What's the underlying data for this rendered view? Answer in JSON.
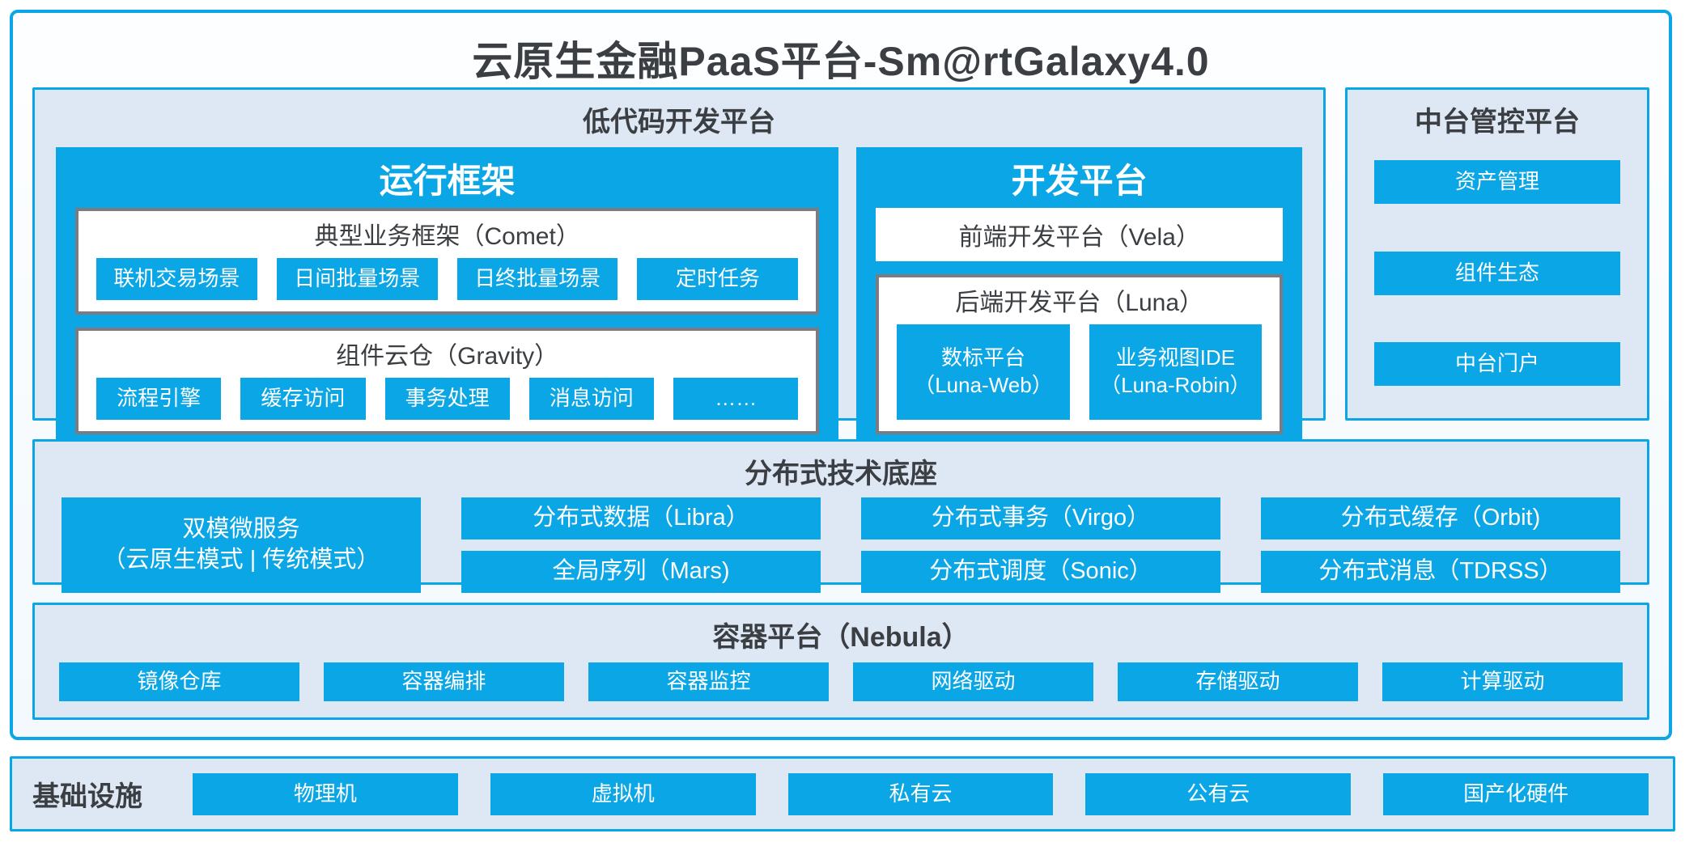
{
  "title": "云原生金融PaaS平台-Sm@rtGalaxy4.0",
  "colors": {
    "primary_blue": "#0AA6E6",
    "panel_background": "#DEE8F4",
    "outer_background_top": "#FDFEFF",
    "outer_background_bottom": "#F3F9FE",
    "dark_text": "#3B3E42",
    "gray_box_border": "#7B7B83",
    "button_text": "#FFFFFF"
  },
  "lowcode_platform": {
    "title": "低代码开发平台",
    "runtime_framework": {
      "title": "运行框架",
      "comet": {
        "title": "典型业务框架（Comet）",
        "items": [
          "联机交易场景",
          "日间批量场景",
          "日终批量场景",
          "定时任务"
        ]
      },
      "gravity": {
        "title": "组件云仓（Gravity）",
        "items": [
          "流程引擎",
          "缓存访问",
          "事务处理",
          "消息访问",
          "……"
        ]
      }
    },
    "dev_platform": {
      "title": "开发平台",
      "vela": {
        "title": "前端开发平台（Vela）"
      },
      "luna": {
        "title": "后端开发平台（Luna）",
        "items": [
          {
            "line1": "数标平台",
            "line2": "（Luna-Web）"
          },
          {
            "line1": "业务视图IDE",
            "line2": "（Luna-Robin）"
          }
        ]
      }
    }
  },
  "mid_platform": {
    "title": "中台管控平台",
    "items": [
      "资产管理",
      "组件生态",
      "中台门户"
    ]
  },
  "distributed_base": {
    "title": "分布式技术底座",
    "dual_mode": {
      "line1": "双模微服务",
      "line2": "（云原生模式 | 传统模式）"
    },
    "columns": [
      [
        "分布式数据（Libra）",
        "全局序列（Mars)"
      ],
      [
        "分布式事务（Virgo）",
        "分布式调度（Sonic）"
      ],
      [
        "分布式缓存（Orbit)",
        "分布式消息（TDRSS）"
      ]
    ]
  },
  "container_platform": {
    "title": "容器平台（Nebula）",
    "items": [
      "镜像仓库",
      "容器编排",
      "容器监控",
      "网络驱动",
      "存储驱动",
      "计算驱动"
    ]
  },
  "infrastructure": {
    "title": "基础设施",
    "items": [
      "物理机",
      "虚拟机",
      "私有云",
      "公有云",
      "国产化硬件"
    ]
  }
}
